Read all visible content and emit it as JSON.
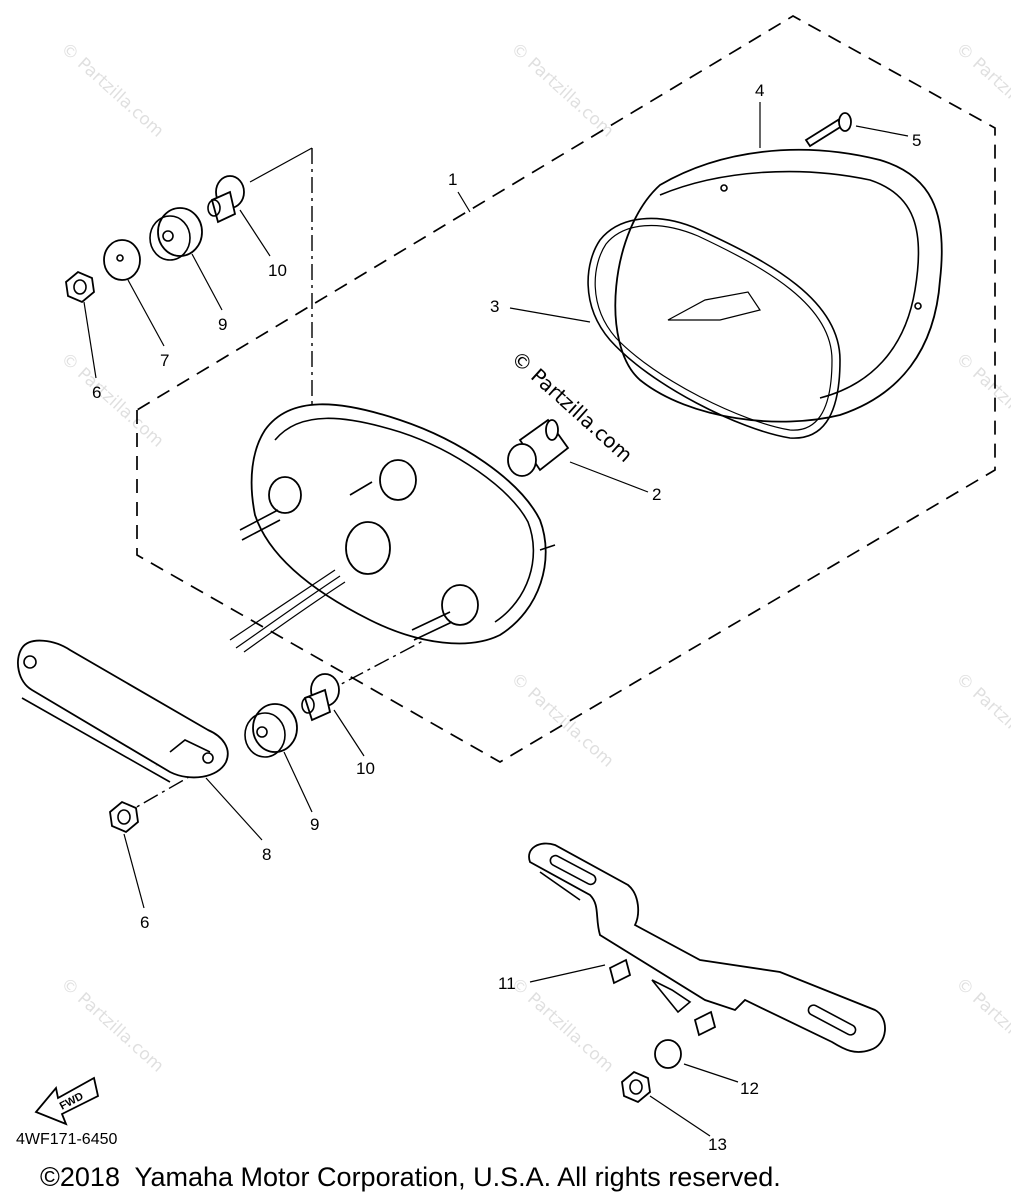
{
  "diagram": {
    "diagram_code": "4WF171-6450",
    "copyright": "©2018  Yamaha Motor Corporation, U.S.A. All rights reserved.",
    "fwd_label": "FWD",
    "watermark": "© Partzilla.com",
    "callouts": {
      "c1": "1",
      "c2": "2",
      "c3": "3",
      "c4": "4",
      "c5": "5",
      "c6a": "6",
      "c6b": "6",
      "c7": "7",
      "c8": "8",
      "c9a": "9",
      "c9b": "9",
      "c10a": "10",
      "c10b": "10",
      "c11": "11",
      "c12": "12",
      "c13": "13"
    }
  }
}
